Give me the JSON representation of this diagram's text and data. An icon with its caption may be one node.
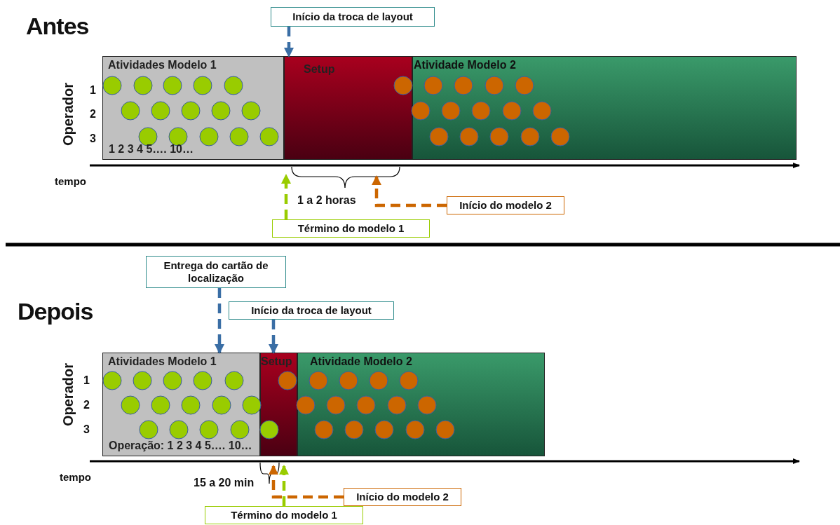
{
  "diagram": {
    "nodes": [
      {
        "text": [
          "Início da troca  de layout"
        ]
      },
      {
        "text": [
          "Atividades Modelo 1",
          "1 2 3 4 5…. 10…"
        ]
      },
      {
        "text": [
          "Setup"
        ]
      },
      {
        "text": [
          "Atividade Modelo 2"
        ]
      },
      {
        "text": [
          "Início do modelo 2"
        ]
      },
      {
        "text": [
          "Término do modelo 1"
        ]
      },
      {
        "text": [
          "Entrega do cartão de localização"
        ]
      },
      {
        "text": [
          "Início da troca  de layout"
        ]
      },
      {
        "text": [
          "Atividades Modelo 1",
          "Operação: 1 2 3 4 5…. 10…"
        ]
      },
      {
        "text": [
          "Setup"
        ]
      },
      {
        "text": [
          "Atividade Modelo 2"
        ]
      },
      {
        "text": [
          "Início do modelo 2"
        ]
      },
      {
        "text": [
          "Término do modelo 1"
        ]
      }
    ],
    "edges": [
      {
        "from": 0,
        "to": 2,
        "arrow": "to",
        "style": "dashed",
        "color": "#3a6ea5"
      },
      {
        "from": 4,
        "to": 2,
        "arrow": "to",
        "style": "dashed",
        "color": "#cc6600"
      },
      {
        "from": 5,
        "to": 2,
        "arrow": "to",
        "style": "dashed",
        "color": "#99cc00"
      },
      {
        "from": 6,
        "to": 8,
        "arrow": "to",
        "style": "dashed",
        "color": "#3a6ea5"
      },
      {
        "from": 7,
        "to": 9,
        "arrow": "to",
        "style": "dashed",
        "color": "#3a6ea5"
      },
      {
        "from": 11,
        "to": 9,
        "arrow": "to",
        "style": "dashed",
        "color": "#cc6600"
      },
      {
        "from": 12,
        "to": 9,
        "arrow": "to",
        "style": "dashed",
        "color": "#99cc00"
      }
    ],
    "labels": [
      "Antes",
      "Operador",
      "1",
      "2",
      "3",
      "tempo",
      "1 a 2 horas",
      "Depois",
      "Operador",
      "1",
      "2",
      "3",
      "tempo",
      "15 a 20 min"
    ]
  }
}
